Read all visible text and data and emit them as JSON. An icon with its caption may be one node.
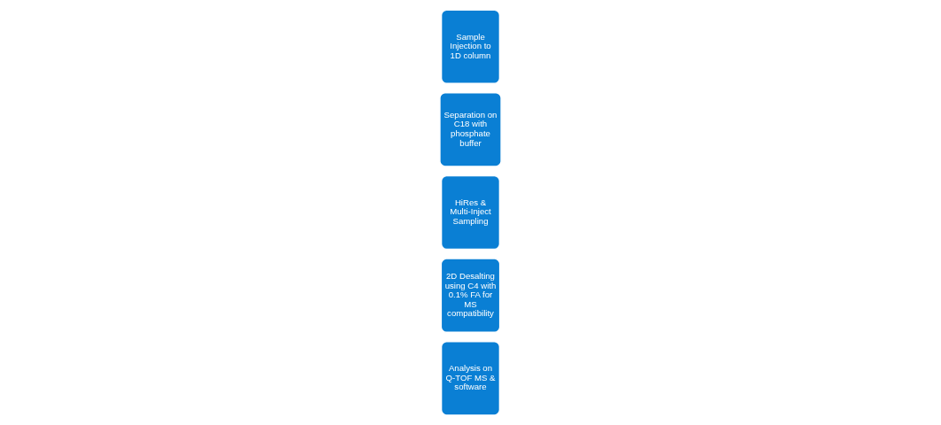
{
  "diagram": {
    "nodes": [
      {
        "text": [
          "Sample Injection to 1D column"
        ]
      },
      {
        "text": [
          "Separation on C18 with phosphate buffer"
        ]
      },
      {
        "text": [
          "HiRes & Multi-Inject Sampling"
        ]
      },
      {
        "text": [
          "2D Desalting using C4 with 0.1% FA for MS compatibility"
        ]
      },
      {
        "text": [
          "Analysis on",
          "Q-TOF MS & software"
        ]
      }
    ]
  }
}
